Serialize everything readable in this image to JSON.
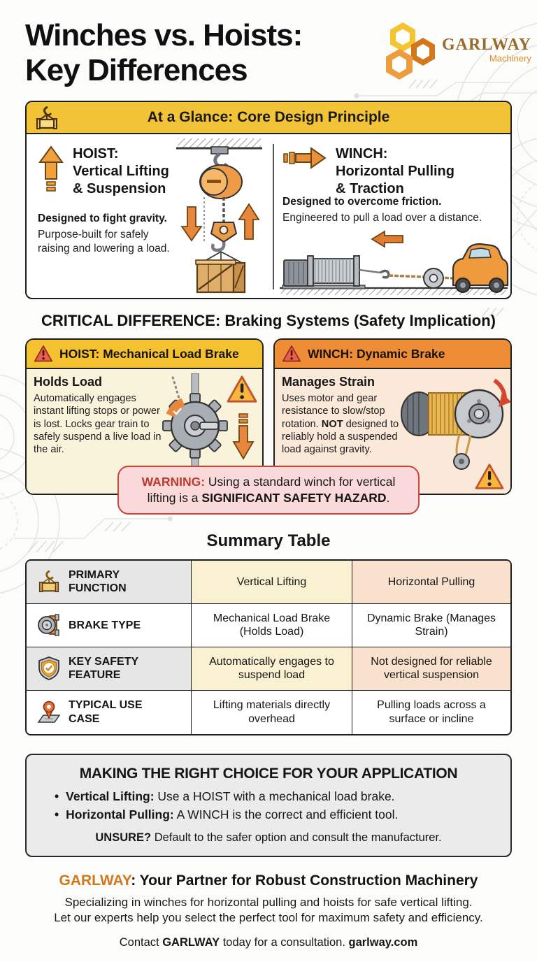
{
  "header": {
    "title_line1": "Winches vs. Hoists:",
    "title_line2": "Key Differences",
    "logo_name": "GARLWAY",
    "logo_tagline": "Machinery"
  },
  "colors": {
    "banner_yellow": "#F3C337",
    "hoist_header_yellow": "#F4C231",
    "winch_header_orange": "#EE8D35",
    "hoist_body_cream": "#FAF3DC",
    "winch_body_peach": "#FAE8D9",
    "warning_bg": "#F9D9D9",
    "warning_border": "#C7463C",
    "warning_text_red": "#C03A30",
    "accent_orange": "#E8923C",
    "brand_orange": "#D0771F"
  },
  "glance": {
    "banner_title": "At a Glance: Core Design Principle",
    "hoist_title_1": "HOIST:",
    "hoist_title_2": "Vertical Lifting",
    "hoist_title_3": "& Suspension",
    "hoist_bold": "Designed to fight gravity.",
    "hoist_text": "Purpose-built for safely raising and lowering a load.",
    "winch_title_1": "WINCH:",
    "winch_title_2": "Horizontal Pulling",
    "winch_title_3": "& Traction",
    "winch_bold": "Designed to overcome friction.",
    "winch_text": "Engineered to pull a load over a distance."
  },
  "critical": {
    "heading": "CRITICAL DIFFERENCE: Braking Systems (Safety Implication)",
    "hoist_card_title": "HOIST: Mechanical Load Brake",
    "hoist_card_subtitle": "Holds Load",
    "hoist_card_body": "Automatically engages instant lifting stops or power is lost. Locks gear train to safely suspend a live load in the air.",
    "winch_card_title": "WINCH: Dynamic Brake",
    "winch_card_subtitle": "Manages Strain",
    "winch_card_body_pre": "Uses motor and gear resistance to slow/stop rotation. ",
    "winch_card_body_bold": "NOT",
    "winch_card_body_post": " designed to reliably hold a suspended load against gravity.",
    "warning_label": "WARNING:",
    "warning_pre": " Using a standard winch for vertical lifting is a ",
    "warning_bold": "SIGNIFICANT SAFETY HAZARD",
    "warning_post": "."
  },
  "summary_table": {
    "heading": "Summary Table",
    "col_hoist": "Vertical Lifting",
    "col_winch": "Horizontal Pulling",
    "rows": [
      {
        "label": "PRIMARY FUNCTION",
        "icon": "hoist-crate-icon",
        "hoist": "Vertical Lifting",
        "winch": "Horizontal Pulling"
      },
      {
        "label": "BRAKE TYPE",
        "icon": "brake-icon",
        "hoist": "Mechanical Load Brake (Holds Load)",
        "winch": "Dynamic Brake (Manages Strain)"
      },
      {
        "label": "KEY SAFETY FEATURE",
        "icon": "shield-check-icon",
        "hoist": "Automatically engages to suspend load",
        "winch": "Not designed for reliable vertical suspension"
      },
      {
        "label": "TYPICAL USE CASE",
        "icon": "map-pin-icon",
        "hoist": "Lifting materials directly overhead",
        "winch": "Pulling loads across a surface or incline"
      }
    ]
  },
  "choice": {
    "heading": "MAKING THE RIGHT CHOICE FOR YOUR APPLICATION",
    "bullet1_bold": "Vertical Lifting:",
    "bullet1_text": " Use a HOIST with a mechanical load brake.",
    "bullet2_bold": "Horizontal Pulling:",
    "bullet2_text": " A WINCH is the correct and efficient tool.",
    "unsure_bold": "UNSURE?",
    "unsure_text": " Default to the safer option and consult the manufacturer."
  },
  "footer": {
    "heading_brand": "GARLWAY",
    "heading_rest": ": Your Partner for Robust Construction Machinery",
    "line1": "Specializing in winches for horizontal pulling and hoists for safe vertical lifting.",
    "line2": "Let our experts help you select the perfect tool for maximum safety and efficiency.",
    "contact_pre": "Contact ",
    "contact_brand": "GARLWAY",
    "contact_mid": " today for a consultation. ",
    "contact_site": "garlway.com"
  }
}
